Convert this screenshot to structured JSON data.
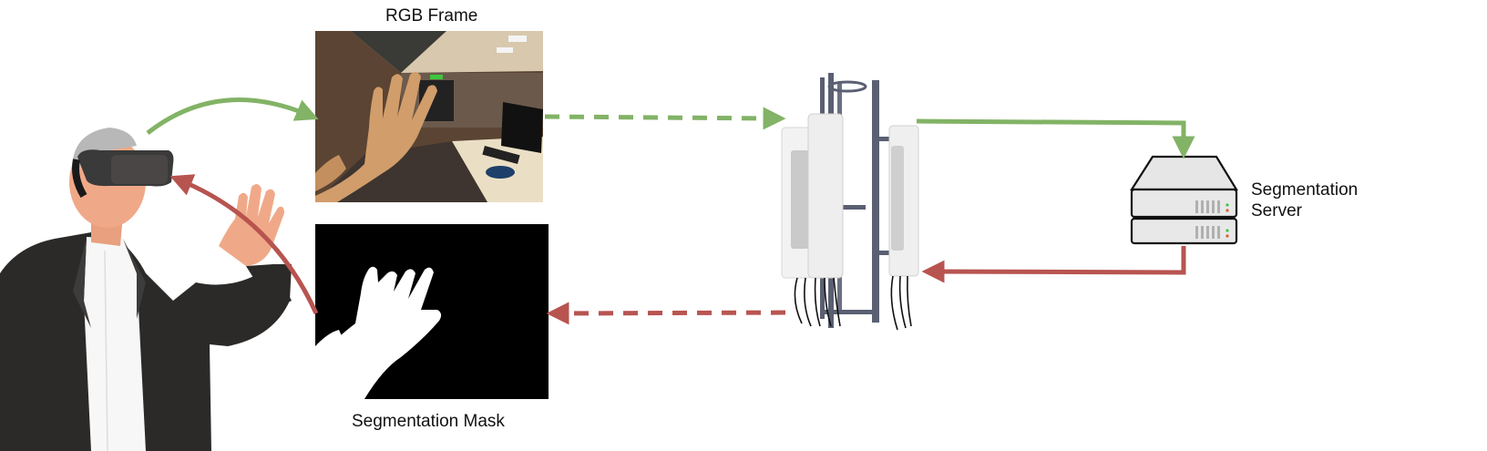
{
  "labels": {
    "rgb_frame": "RGB Frame",
    "segmentation_mask": "Segmentation Mask",
    "server_line1": "Segmentation",
    "server_line2": "Server"
  },
  "colors": {
    "uplink": "#82b366",
    "downlink": "#b85450"
  },
  "icons": {
    "user": "vr-headset-user-icon",
    "antenna": "wireless-antenna-icon",
    "server": "server-icon"
  }
}
